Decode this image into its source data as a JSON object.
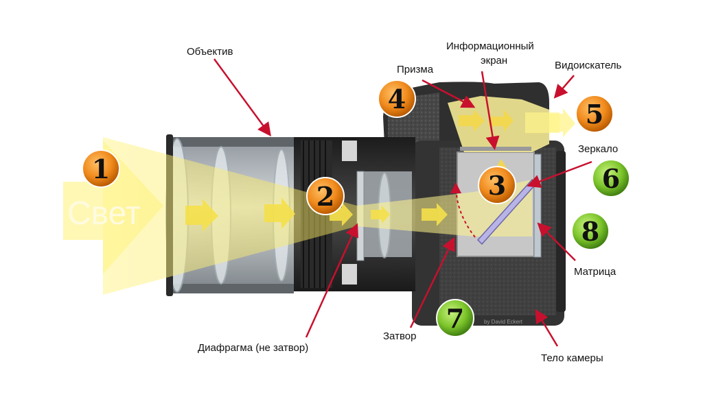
{
  "light_word": "Свет",
  "credit": "by David Eckert",
  "labels": {
    "lens": "Объектив",
    "info_screen_line1": "Информационный",
    "info_screen_line2": "экран",
    "prism": "Призма",
    "viewfinder": "Видоискатель",
    "mirror": "Зеркало",
    "sensor": "Матрица",
    "shutter": "Затвор",
    "body": "Тело камеры",
    "aperture": "Диафрагма (не затвор)"
  },
  "markers": [
    {
      "id": "1",
      "text": "1",
      "color": "orange"
    },
    {
      "id": "2",
      "text": "2",
      "color": "orange"
    },
    {
      "id": "3",
      "text": "3",
      "color": "orange"
    },
    {
      "id": "4",
      "text": "4",
      "color": "orange"
    },
    {
      "id": "5",
      "text": "5",
      "color": "orange"
    },
    {
      "id": "6",
      "text": "6",
      "color": "green"
    },
    {
      "id": "7",
      "text": "7",
      "color": "green"
    },
    {
      "id": "8",
      "text": "8",
      "color": "green"
    }
  ],
  "colors": {
    "orange": "#f08a1c",
    "green": "#7cc52b",
    "arrow": "#c8102e",
    "light": "#fff27a",
    "body": "#3a3a3a",
    "lens_barrel": "#b9bfc4"
  }
}
